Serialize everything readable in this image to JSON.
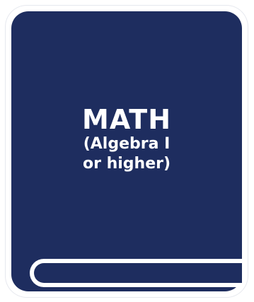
{
  "book": {
    "title": "MATH",
    "subtitle_line1": "(Algebra I",
    "subtitle_line2": "or higher)",
    "color": "#1e2d5f",
    "icon": "book-icon"
  }
}
